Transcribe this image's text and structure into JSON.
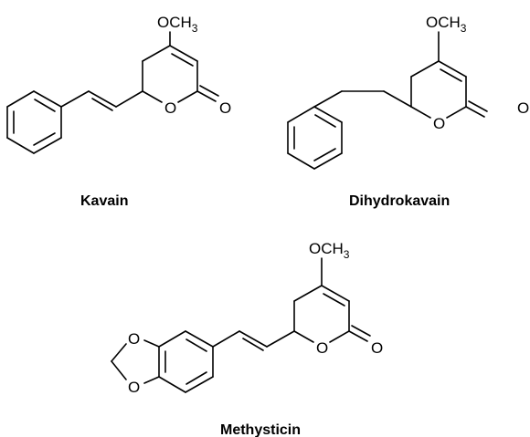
{
  "compounds": [
    {
      "name": "Kavain",
      "substituent": {
        "main": "OCH",
        "subscript": "3"
      },
      "ring_oxygen": "O",
      "carbonyl_oxygen": "O"
    },
    {
      "name": "Dihydrokavain",
      "substituent": {
        "main": "OCH",
        "subscript": "3"
      },
      "ring_oxygen": "O",
      "carbonyl_oxygen": "O"
    },
    {
      "name": "Methysticin",
      "substituent": {
        "main": "OCH",
        "subscript": "3"
      },
      "ring_oxygen": "O",
      "carbonyl_oxygen": "O",
      "dioxole_oxygens": [
        "O",
        "O"
      ]
    }
  ]
}
